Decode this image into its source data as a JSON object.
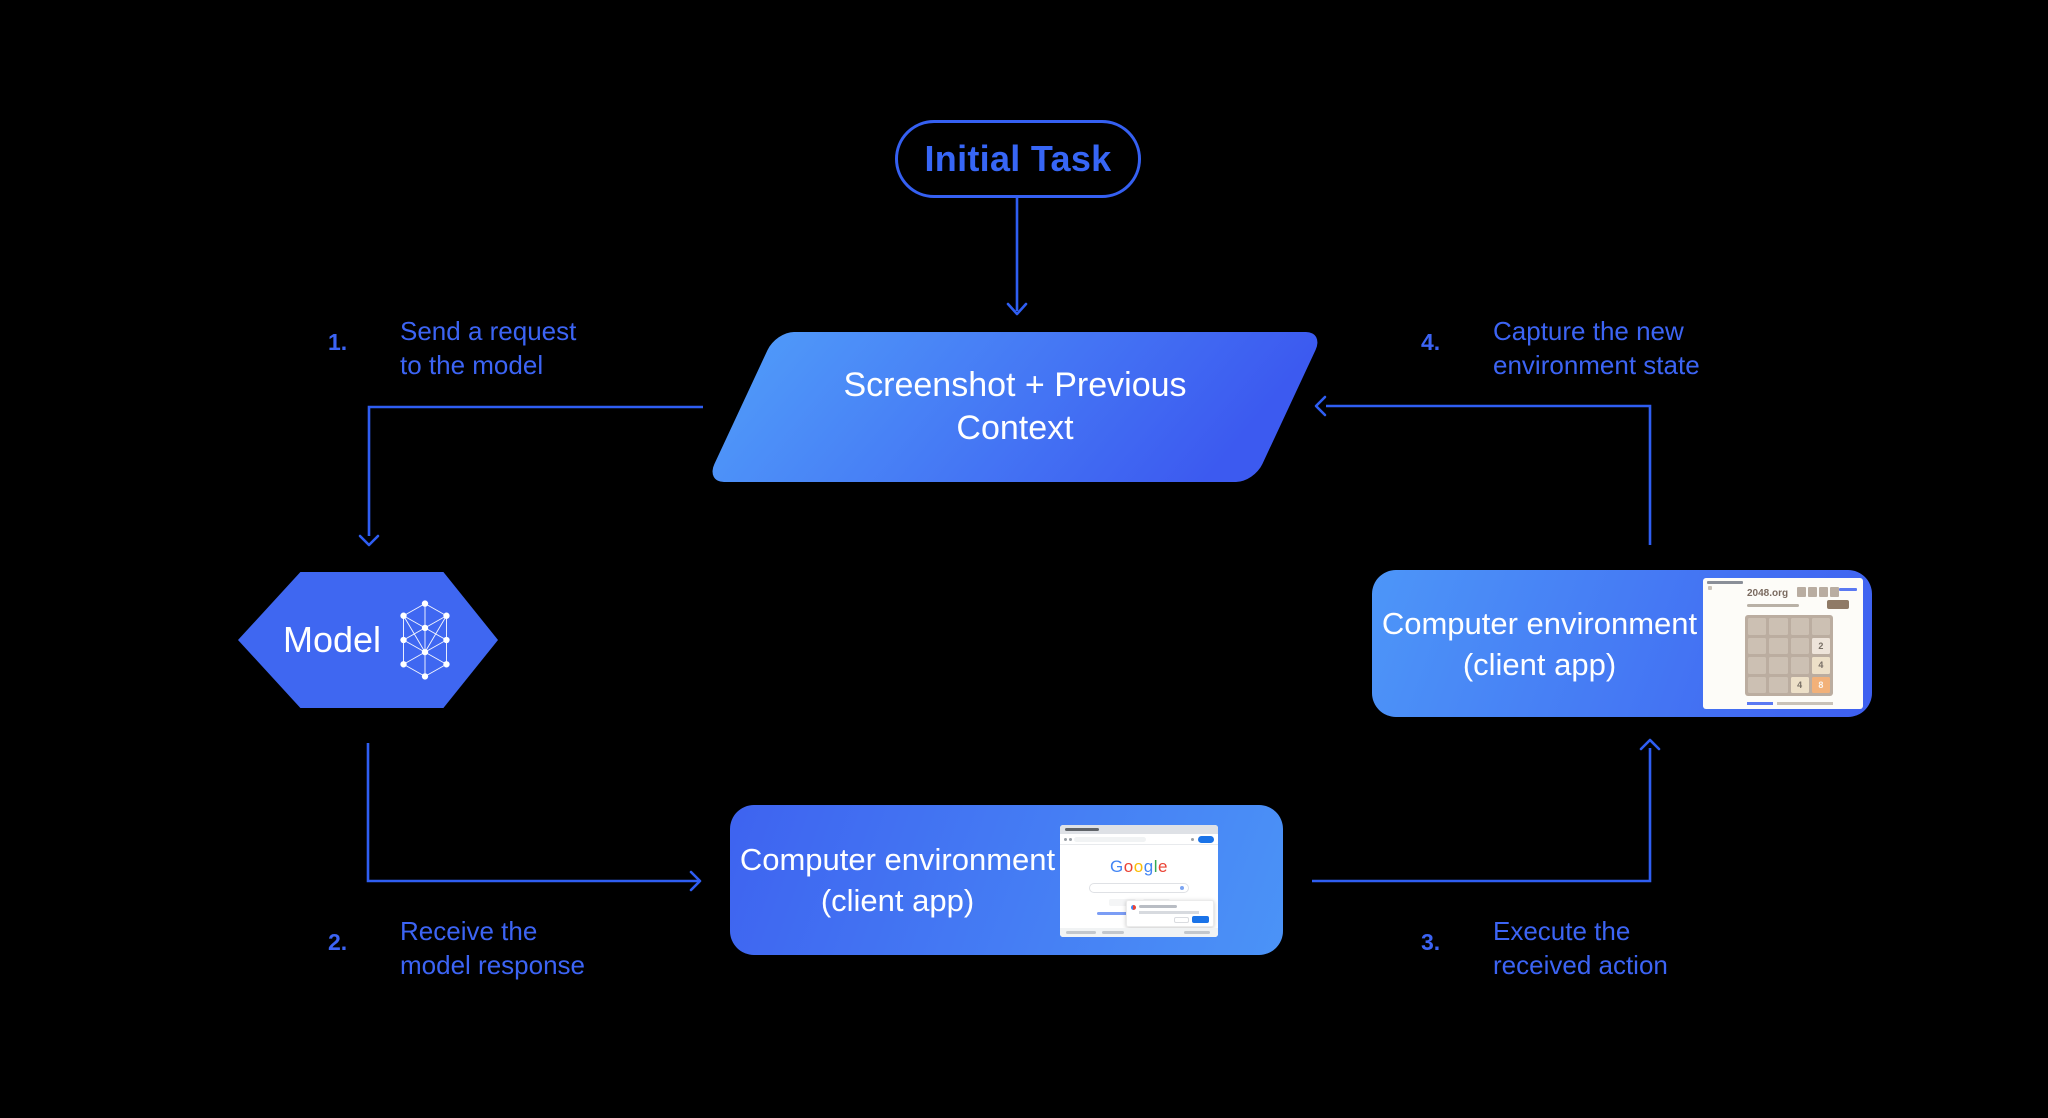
{
  "diagram": {
    "background": "#000000",
    "accent_blue": "#3c64f4",
    "connector_blue": "#2f5ef2",
    "initial_task": {
      "label": "Initial Task"
    },
    "screenshot_context": {
      "line1": "Screenshot + Previous",
      "line2": "Context"
    },
    "model": {
      "label": "Model",
      "icon": "neural-network-icon"
    },
    "env_client_bottom": {
      "line1": "Computer environment",
      "line2": "(client app)"
    },
    "env_client_right": {
      "line1": "Computer environment",
      "line2": "(client app)"
    },
    "steps": [
      {
        "num": "1.",
        "line1": "Send a request",
        "line2": "to the model"
      },
      {
        "num": "2.",
        "line1": "Receive the",
        "line2": "model response"
      },
      {
        "num": "3.",
        "line1": "Execute the",
        "line2": "received action"
      },
      {
        "num": "4.",
        "line1": "Capture the new",
        "line2": "environment state"
      }
    ]
  },
  "google_mock": {
    "logo_letters": [
      {
        "ch": "G",
        "color": "#4285F4"
      },
      {
        "ch": "o",
        "color": "#EA4335"
      },
      {
        "ch": "o",
        "color": "#FBBC05"
      },
      {
        "ch": "g",
        "color": "#4285F4"
      },
      {
        "ch": "l",
        "color": "#34A853"
      },
      {
        "ch": "e",
        "color": "#EA4335"
      }
    ]
  },
  "g2048_mock": {
    "site": "2048.org",
    "grid": {
      "rows": 4,
      "cols": 4
    },
    "score_boxes": 4,
    "tiles": [
      {
        "row": 2,
        "col": 4,
        "value": "2",
        "bg": "#eee4da",
        "fg": "#776e65"
      },
      {
        "row": 3,
        "col": 4,
        "value": "4",
        "bg": "#ede0c8",
        "fg": "#776e65"
      },
      {
        "row": 4,
        "col": 3,
        "value": "4",
        "bg": "#ede0c8",
        "fg": "#776e65"
      },
      {
        "row": 4,
        "col": 4,
        "value": "8",
        "bg": "#f2b179",
        "fg": "#f9f6f2"
      }
    ]
  }
}
